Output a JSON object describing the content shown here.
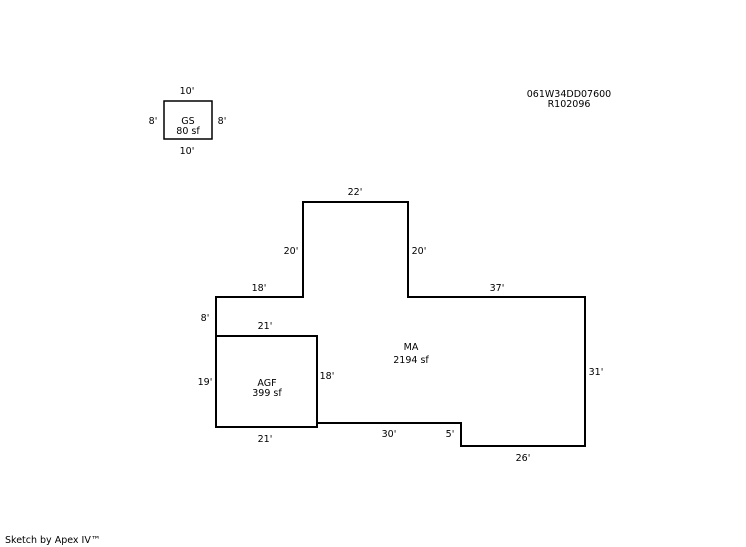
{
  "parcel": {
    "id": "061W34DD07600",
    "ref": "R102096"
  },
  "footer": {
    "credit": "Sketch by Apex IV™"
  },
  "areas": {
    "gs": {
      "code": "GS",
      "area": "80 sf"
    },
    "ma": {
      "code": "MA",
      "area": "2194 sf"
    },
    "agf": {
      "code": "AGF",
      "area": "399 sf"
    }
  },
  "dimensions": {
    "gs_top": "10'",
    "gs_bottom": "10'",
    "gs_left": "8'",
    "gs_right": "8'",
    "ma_top": "22'",
    "ma_left_upper": "20'",
    "ma_right_upper": "20'",
    "ma_step_left": "18'",
    "ma_step_right": "37'",
    "ma_left_short": "8'",
    "ma_right": "31'",
    "ma_bottom_right": "26'",
    "ma_notch": "5'",
    "ma_bottom_mid": "30'",
    "agf_top": "21'",
    "agf_left": "19'",
    "agf_right": "18'",
    "agf_bottom": "21'"
  },
  "colors": {
    "line": "#000000",
    "background": "#ffffff"
  }
}
